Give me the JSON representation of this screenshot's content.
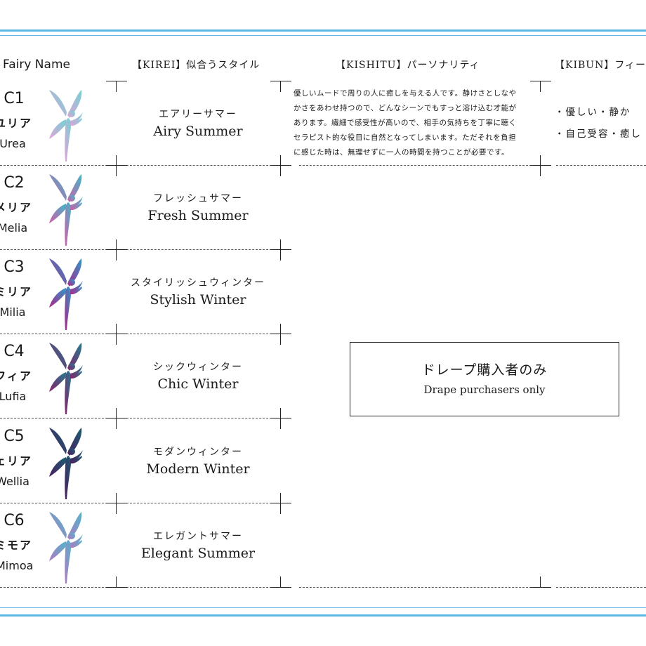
{
  "headers": {
    "fairy_name": "Fairy Name",
    "kirei": "【KIREI】似合うスタイル",
    "kishitu": "【KISHITU】パーソナリティ",
    "kibun": "【KIBUN】フィー"
  },
  "rows": [
    {
      "code": "C1",
      "jp_name": "ユリア",
      "en_name": "Urea",
      "style_jp": "エアリーサマー",
      "style_en": "Airy Summer",
      "color_top": "#6fd3d4",
      "color_bottom": "#e3a3d8"
    },
    {
      "code": "C2",
      "jp_name": "メリア",
      "en_name": "Melia",
      "style_jp": "フレッシュサマー",
      "style_en": "Fresh Summer",
      "color_top": "#3bb8c9",
      "color_bottom": "#d75aa8"
    },
    {
      "code": "C3",
      "jp_name": "ミリア",
      "en_name": "Milia",
      "style_jp": "スタイリッシュウィンター",
      "style_en": "Stylish Winter",
      "color_top": "#2a9ac9",
      "color_bottom": "#b0238a"
    },
    {
      "code": "C4",
      "jp_name": "フィア",
      "en_name": "Lufia",
      "style_jp": "シックウィンター",
      "style_en": "Chic Winter",
      "color_top": "#1f7b8f",
      "color_bottom": "#8a1f6a"
    },
    {
      "code": "C5",
      "jp_name": "ェリア",
      "en_name": "Wellia",
      "style_jp": "モダンウィンター",
      "style_en": "Modern Winter",
      "color_top": "#1a5f73",
      "color_bottom": "#4b1c5e"
    },
    {
      "code": "C6",
      "jp_name": "ミモア",
      "en_name": "Mimoa",
      "style_jp": "エレガントサマー",
      "style_en": "Elegant Summer",
      "color_top": "#4fb5cc",
      "color_bottom": "#b07ac0"
    }
  ],
  "kishitu_text_lines": [
    "優しいムードで周りの人に癒しを与える人です。静けさとしなや",
    "かさをあわせ持つので、どんなシーンでもすっと溶け込む才能が",
    "あります。繊細で感受性が高いので、相手の気持ちを丁寧に聴く",
    "セラピスト的な役目に自然となってしまいます。ただそれを負担",
    "に感じた時は、無理せずに一人の時間を持つことが必要です。"
  ],
  "kibun_lines": [
    "・優しい・静か",
    "・自己受容・癒し"
  ],
  "notice": {
    "jp": "ドレープ購入者のみ",
    "en": "Drape purchasers only"
  },
  "colors": {
    "accent_line": "#5ab8e2"
  }
}
